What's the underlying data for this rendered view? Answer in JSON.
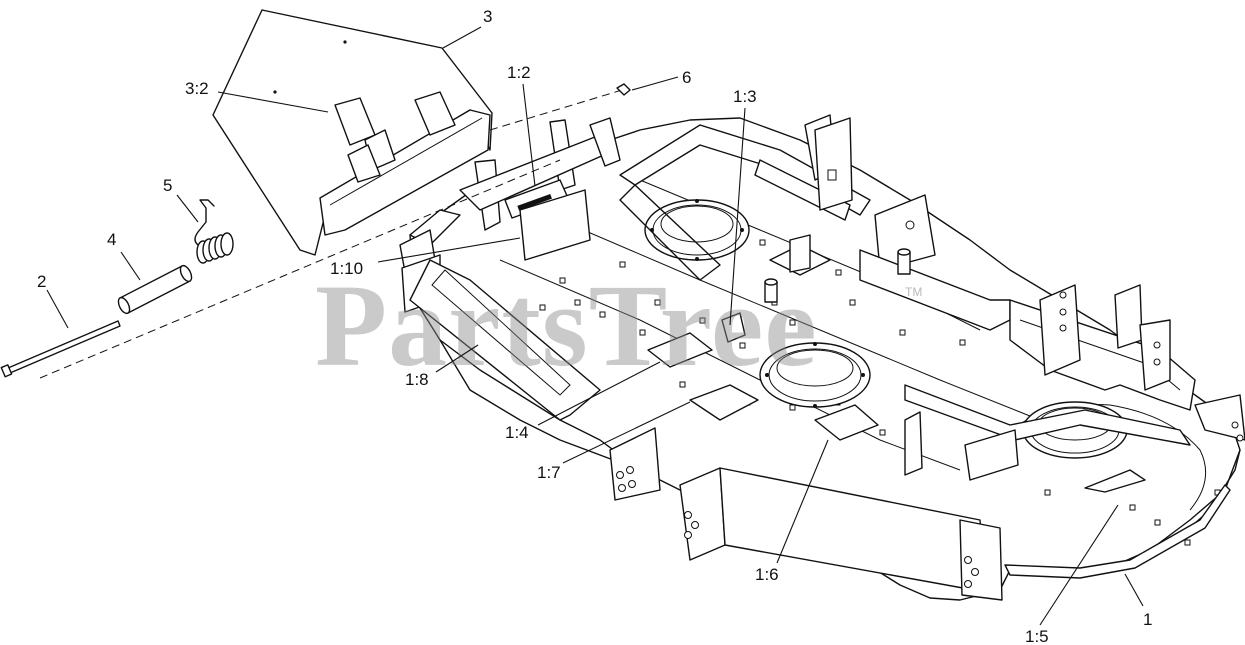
{
  "watermark": {
    "text": "PartsTree",
    "trademark": "TM"
  },
  "callouts": {
    "c3": "3",
    "c3_2": "3:2",
    "c1_2": "1:2",
    "c6": "6",
    "c1_3": "1:3",
    "c5": "5",
    "c4": "4",
    "c2": "2",
    "c1_10": "1:10",
    "c1_8": "1:8",
    "c1_4": "1:4",
    "c1_7": "1:7",
    "c1_6": "1:6",
    "c1_5": "1:5",
    "c1": "1"
  }
}
